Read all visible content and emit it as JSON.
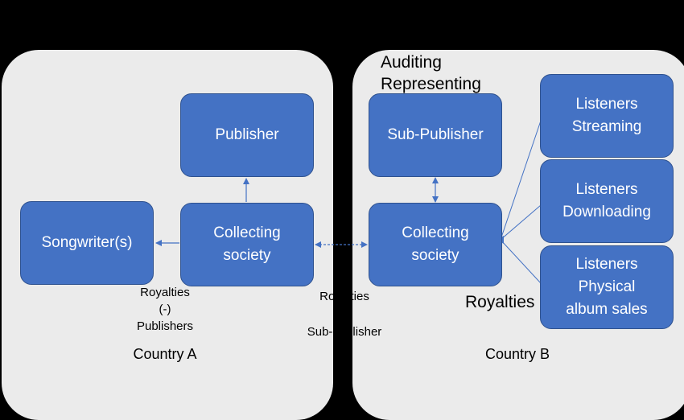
{
  "countries": {
    "a": "Country A",
    "b": "Country B"
  },
  "boxes": {
    "publisher": "Publisher",
    "songwriters": "Songwriter(s)",
    "collecting_a": [
      "Collecting",
      "society"
    ],
    "sub_publisher": "Sub-Publisher",
    "collecting_b": [
      "Collecting",
      "society"
    ],
    "listeners_streaming": [
      "Listeners",
      "Streaming"
    ],
    "listeners_downloading": [
      "Listeners",
      "Downloading"
    ],
    "listeners_physical": [
      "Listeners",
      "Physical",
      "album sales"
    ]
  },
  "labels": {
    "royalties_publishers": [
      "Royalties",
      "(-)",
      "Publishers"
    ],
    "royalties_mid": "Royalties",
    "sub_publisher_mid": "Sub-publisher",
    "royalties_b": "Royalties",
    "auditing": "Auditing",
    "representing": "Representing"
  },
  "colors": {
    "box_fill": "#4472c4",
    "box_border": "#2f528f",
    "region": "#ebebeb",
    "arrow": "#4472c4"
  }
}
